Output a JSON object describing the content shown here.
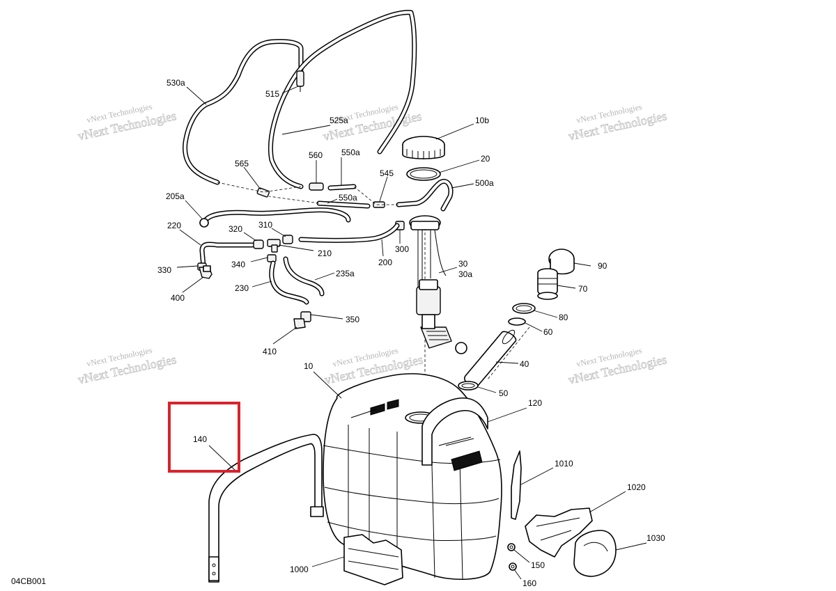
{
  "diagram": {
    "drawing_code": "04CB001",
    "watermark": {
      "line1": "vNext Technologies",
      "line2": "vNext Technologies"
    },
    "highlight": {
      "part": "140",
      "color": "#d9232d"
    },
    "callouts": [
      "530a",
      "515",
      "525a",
      "10b",
      "20",
      "560",
      "550a",
      "565",
      "545",
      "550a",
      "500a",
      "205a",
      "220",
      "320",
      "310",
      "210",
      "300",
      "200",
      "330",
      "340",
      "400",
      "230",
      "235a",
      "30",
      "30a",
      "90",
      "70",
      "80",
      "60",
      "350",
      "410",
      "40",
      "10",
      "50",
      "120",
      "140",
      "1010",
      "1020",
      "1030",
      "150",
      "1000",
      "160"
    ]
  }
}
